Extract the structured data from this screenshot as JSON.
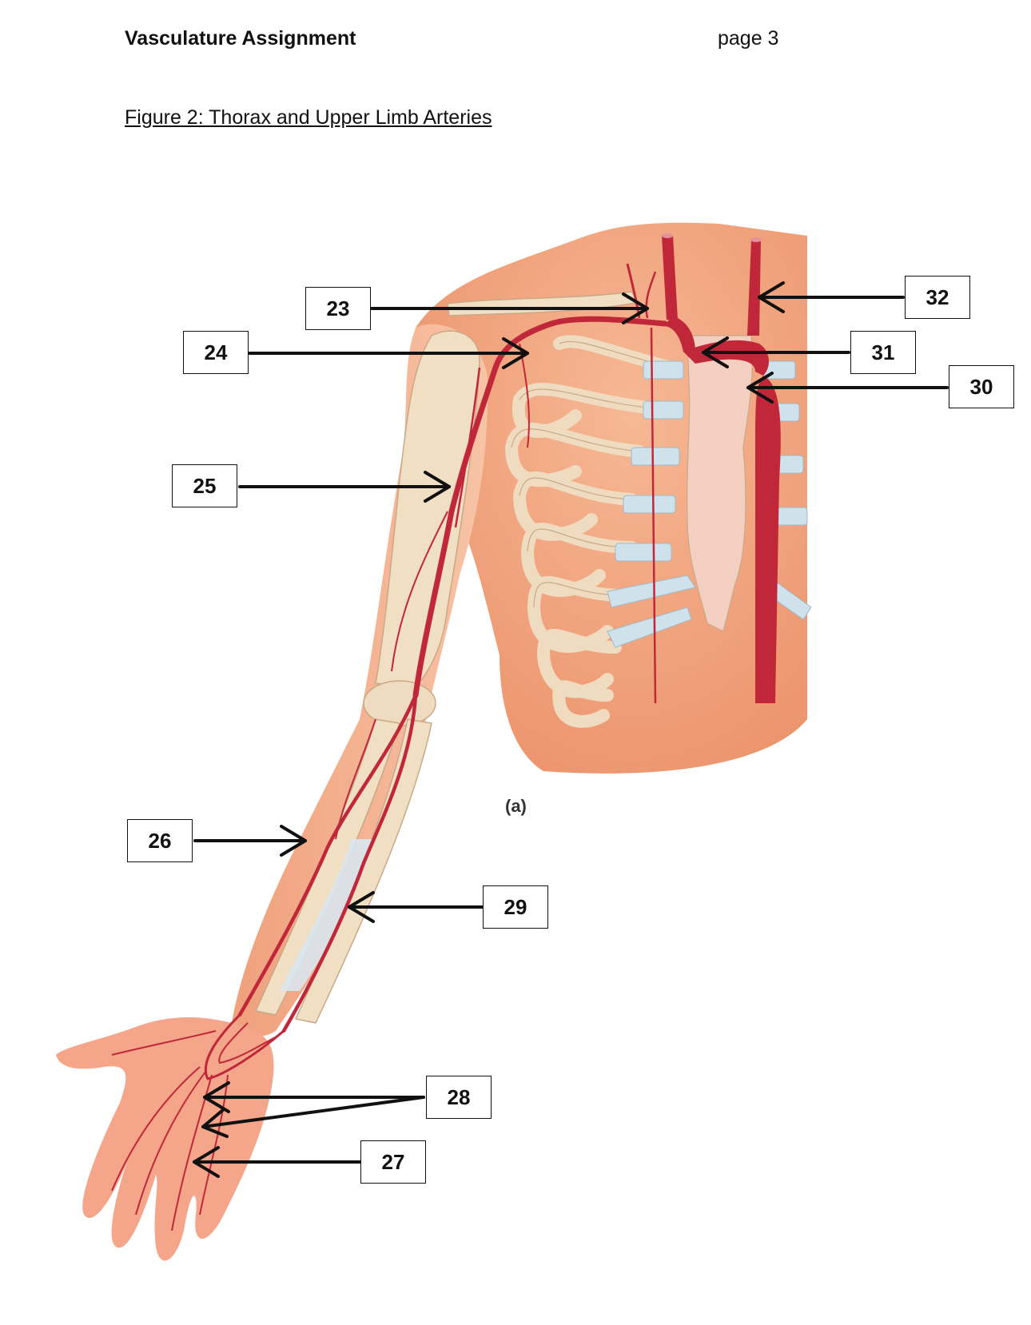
{
  "header": {
    "title": "Vasculature Assignment",
    "page": "page 3"
  },
  "figure": {
    "caption": "Figure 2: Thorax and Upper Limb Arteries",
    "panel": "(a)"
  },
  "labels": [
    {
      "id": "label-23",
      "number": "23"
    },
    {
      "id": "label-24",
      "number": "24"
    },
    {
      "id": "label-25",
      "number": "25"
    },
    {
      "id": "label-26",
      "number": "26"
    },
    {
      "id": "label-27",
      "number": "27"
    },
    {
      "id": "label-28",
      "number": "28"
    },
    {
      "id": "label-29",
      "number": "29"
    },
    {
      "id": "label-30",
      "number": "30"
    },
    {
      "id": "label-31",
      "number": "31"
    },
    {
      "id": "label-32",
      "number": "32"
    }
  ],
  "colors": {
    "skin": "#f3a27a",
    "bone": "#f0dcc0",
    "cartilage": "#cfe1ea",
    "artery": "#c0283a",
    "arrow": "#111111"
  }
}
